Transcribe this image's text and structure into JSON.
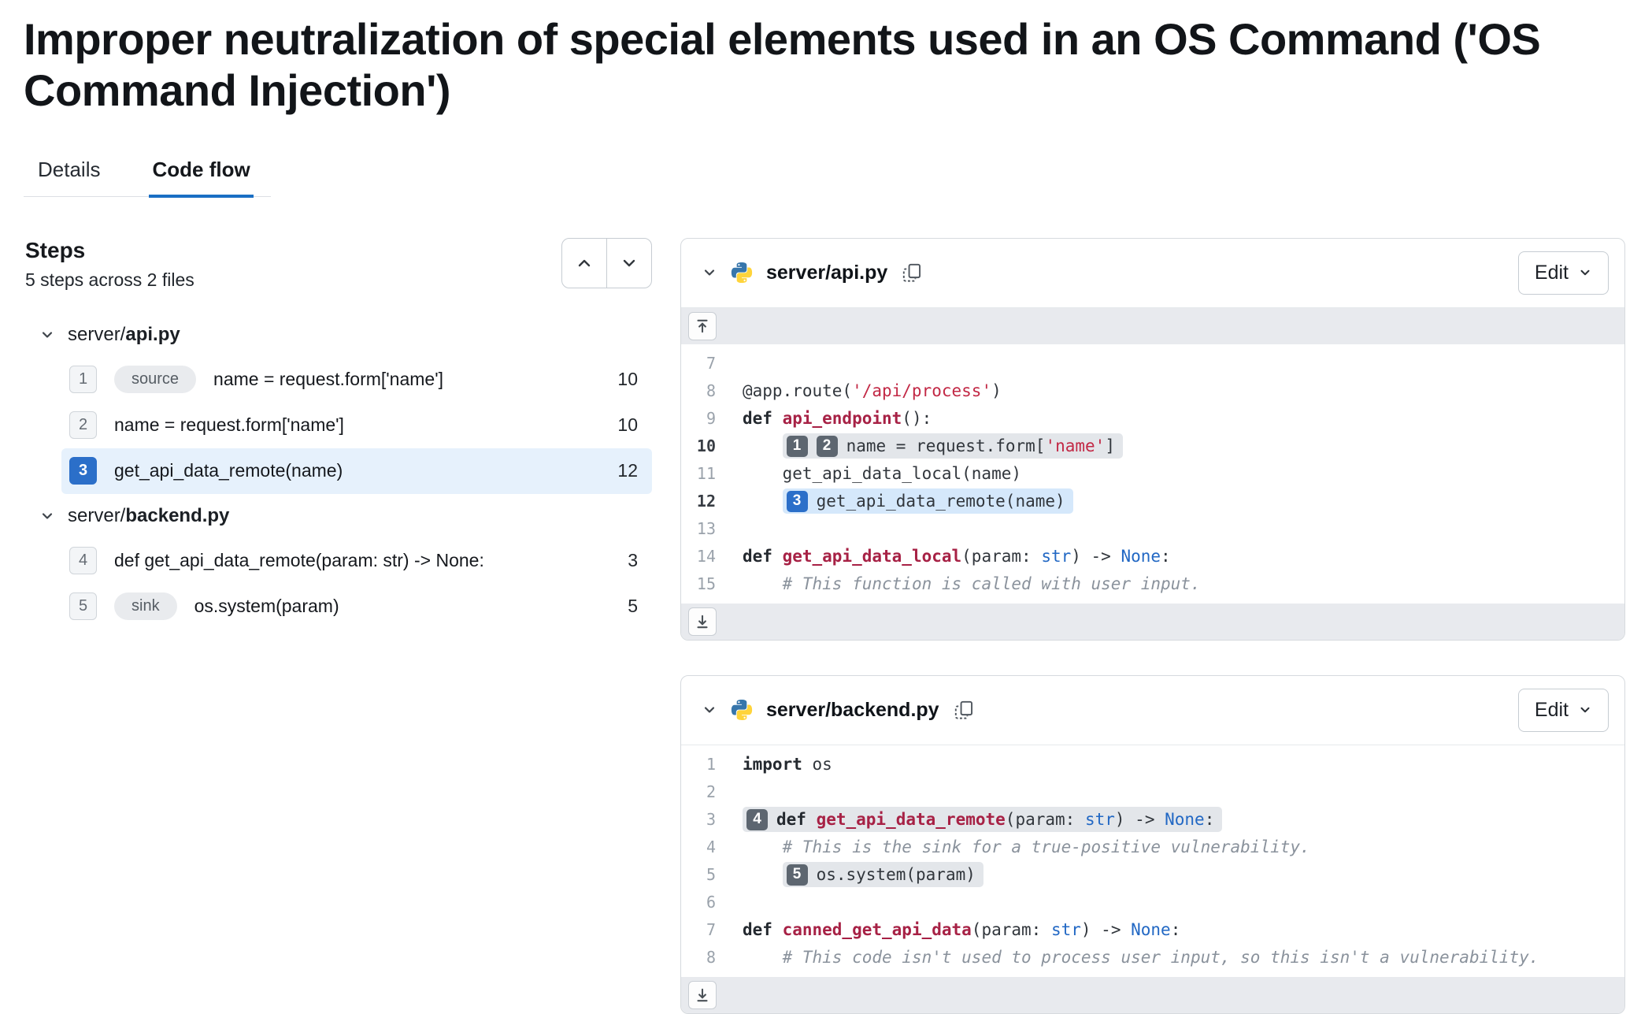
{
  "page": {
    "title": "Improper neutralization of special elements used in an OS Command ('OS Command Injection')"
  },
  "tabs": [
    {
      "label": "Details",
      "active": false
    },
    {
      "label": "Code flow",
      "active": true
    }
  ],
  "steps_panel": {
    "heading": "Steps",
    "subheading": "5 steps across 2 files",
    "nav": {
      "up_icon": "chevron-up",
      "down_icon": "chevron-down"
    },
    "groups": [
      {
        "file_prefix": "server/",
        "file_name": "api.py",
        "collapse_icon": "chevron-down",
        "steps": [
          {
            "num": "1",
            "badge": "source",
            "text": "name = request.form['name']",
            "line": "10",
            "selected": false
          },
          {
            "num": "2",
            "badge": null,
            "text": "name = request.form['name']",
            "line": "10",
            "selected": false
          },
          {
            "num": "3",
            "badge": null,
            "text": "get_api_data_remote(name)",
            "line": "12",
            "selected": true
          }
        ]
      },
      {
        "file_prefix": "server/",
        "file_name": "backend.py",
        "collapse_icon": "chevron-down",
        "steps": [
          {
            "num": "4",
            "badge": null,
            "text": "def get_api_data_remote(param: str) -> None:",
            "line": "3",
            "selected": false
          },
          {
            "num": "5",
            "badge": "sink",
            "text": "os.system(param)",
            "line": "5",
            "selected": false
          }
        ]
      }
    ]
  },
  "code_panels": [
    {
      "file": "server/api.py",
      "language_icon": "python",
      "copy_icon": "copy",
      "collapse_icon": "chevron-down",
      "edit_button": {
        "label": "Edit",
        "icon": "chevron-down"
      },
      "expand_top": true,
      "expand_bottom": true,
      "lines": [
        {
          "no": "7",
          "tokens": []
        },
        {
          "no": "8",
          "tokens": [
            [
              "p",
              "@app.route("
            ],
            [
              "s",
              "'/api/process'"
            ],
            [
              "p",
              ")"
            ]
          ]
        },
        {
          "no": "9",
          "tokens": [
            [
              "k",
              "def "
            ],
            [
              "f",
              "api_endpoint"
            ],
            [
              "p",
              "():"
            ]
          ]
        },
        {
          "no": "10",
          "bold": true,
          "indent": "    ",
          "hl": "grey",
          "tokens": [
            [
              "m",
              "1"
            ],
            [
              "m",
              "2"
            ],
            [
              "p",
              "name = request.form["
            ],
            [
              "s",
              "'name'"
            ],
            [
              "p",
              "]"
            ]
          ]
        },
        {
          "no": "11",
          "tokens": [
            [
              "p",
              "    get_api_data_local(name)"
            ]
          ]
        },
        {
          "no": "12",
          "bold": true,
          "indent": "    ",
          "hl": "blue",
          "tokens": [
            [
              "mb",
              "3"
            ],
            [
              "p",
              "get_api_data_remote(name)"
            ]
          ]
        },
        {
          "no": "13",
          "tokens": []
        },
        {
          "no": "14",
          "tokens": [
            [
              "k",
              "def "
            ],
            [
              "f",
              "get_api_data_local"
            ],
            [
              "p",
              "(param: "
            ],
            [
              "t",
              "str"
            ],
            [
              "p",
              ") -> "
            ],
            [
              "t",
              "None"
            ],
            [
              "p",
              ":"
            ]
          ]
        },
        {
          "no": "15",
          "tokens": [
            [
              "p",
              "    "
            ],
            [
              "c",
              "# This function is called with user input."
            ]
          ]
        }
      ]
    },
    {
      "file": "server/backend.py",
      "language_icon": "python",
      "copy_icon": "copy",
      "collapse_icon": "chevron-down",
      "edit_button": {
        "label": "Edit",
        "icon": "chevron-down"
      },
      "expand_top": false,
      "expand_bottom": true,
      "lines": [
        {
          "no": "1",
          "tokens": [
            [
              "k",
              "import "
            ],
            [
              "p",
              "os"
            ]
          ]
        },
        {
          "no": "2",
          "tokens": []
        },
        {
          "no": "3",
          "hl": "grey",
          "tokens": [
            [
              "m",
              "4"
            ],
            [
              "k",
              "def "
            ],
            [
              "f",
              "get_api_data_remote"
            ],
            [
              "p",
              "(param: "
            ],
            [
              "t",
              "str"
            ],
            [
              "p",
              ") -> "
            ],
            [
              "t",
              "None"
            ],
            [
              "p",
              ":"
            ]
          ]
        },
        {
          "no": "4",
          "tokens": [
            [
              "p",
              "    "
            ],
            [
              "c",
              "# This is the sink for a true-positive vulnerability."
            ]
          ]
        },
        {
          "no": "5",
          "indent": "    ",
          "hl": "grey",
          "tokens": [
            [
              "m",
              "5"
            ],
            [
              "p",
              "os.system(param)"
            ]
          ]
        },
        {
          "no": "6",
          "tokens": []
        },
        {
          "no": "7",
          "tokens": [
            [
              "k",
              "def "
            ],
            [
              "f",
              "canned_get_api_data"
            ],
            [
              "p",
              "(param: "
            ],
            [
              "t",
              "str"
            ],
            [
              "p",
              ") -> "
            ],
            [
              "t",
              "None"
            ],
            [
              "p",
              ":"
            ]
          ]
        },
        {
          "no": "8",
          "tokens": [
            [
              "p",
              "    "
            ],
            [
              "c",
              "# This code isn't used to process user input, so this isn't a vulnerability."
            ]
          ]
        }
      ]
    }
  ],
  "colors": {
    "accent_blue": "#1a6fc4",
    "selected_row_bg": "#e6f1fc",
    "marker_grey": "#5d6670",
    "marker_blue": "#2b6fc9",
    "highlight_grey": "#e3e6ea",
    "highlight_blue": "#d5e8fb",
    "string_red": "#c22845",
    "function_red": "#a72145",
    "type_blue": "#2268c4",
    "comment_grey": "#8a929c"
  }
}
